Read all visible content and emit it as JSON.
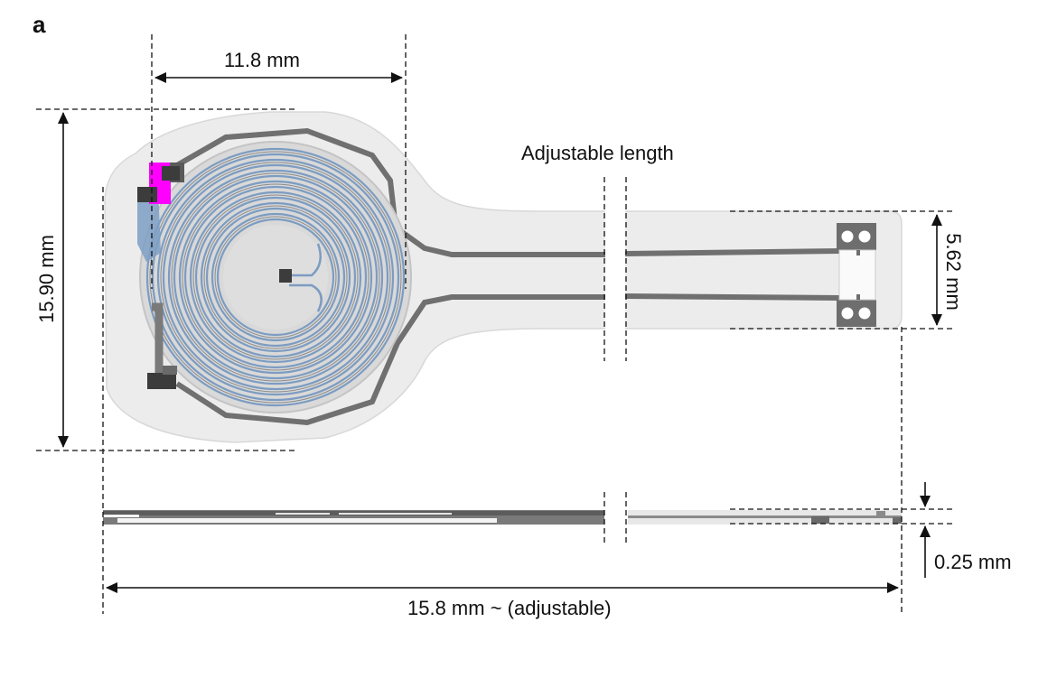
{
  "figure": {
    "panel_label": "a",
    "title_annotation": "Adjustable length",
    "dimensions": {
      "coil_width": "11.8 mm",
      "total_height": "15.90 mm",
      "tail_width": "5.62 mm",
      "thickness": "0.25 mm",
      "total_length": "15.8 mm ~ (adjustable)"
    },
    "colors": {
      "substrate": "#ececec",
      "trace": "#6e6e6e",
      "coil": "#7f9fc4",
      "pad": "#3c3c3c",
      "highlight_chip": "#ff00ff",
      "dimension_line": "#111111"
    },
    "views": [
      {
        "name": "top view",
        "description": "Wireless coil device with spiral antenna and elongated tail with two contact pads"
      },
      {
        "name": "side view",
        "description": "Cross-section profile showing 0.25 mm thickness"
      }
    ]
  }
}
